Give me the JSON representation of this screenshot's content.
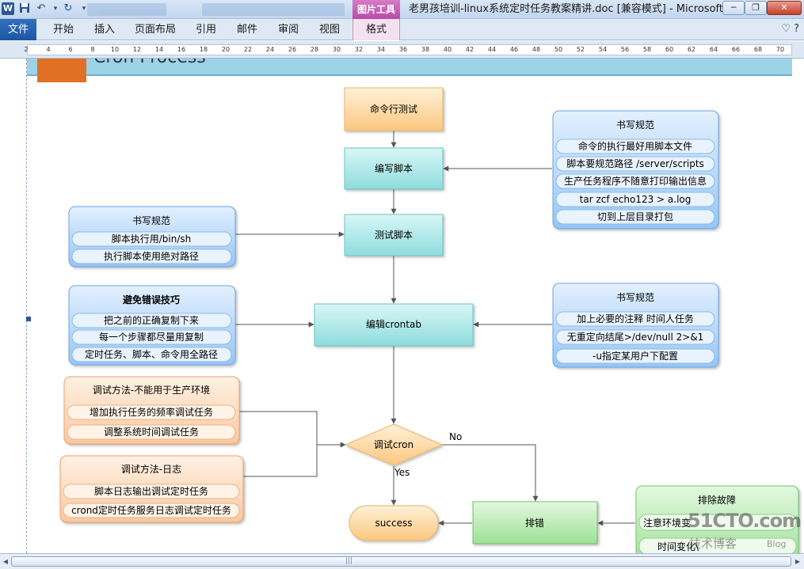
{
  "titlebar": {
    "app_icon": "W",
    "save_icon": "save-icon",
    "undo_icon": "undo-icon",
    "redo_icon": "redo-icon",
    "context_tab": "图片工具",
    "doc_title": "老男孩培训-linux系统定时任务教案精讲.doc [兼容模式] - Microsoft ...",
    "minimize": "─",
    "restore": "❐",
    "close": "✕"
  },
  "ribbon": {
    "file_tab": "文件",
    "tabs": [
      "开始",
      "插入",
      "页面布局",
      "引用",
      "邮件",
      "审阅",
      "视图"
    ],
    "format_tab": "格式",
    "help": "♡ ?"
  },
  "ruler": {
    "ticks": [
      "2",
      "4",
      "6",
      "8",
      "10",
      "12",
      "14",
      "16",
      "18",
      "20",
      "22",
      "24",
      "26",
      "28",
      "30",
      "32",
      "34",
      "36",
      "38",
      "40",
      "42",
      "44",
      "46",
      "48",
      "50",
      "52",
      "54",
      "56",
      "58",
      "60",
      "62",
      "64",
      "66",
      "68",
      "70"
    ]
  },
  "banner": {
    "title": "Cron Process"
  },
  "flow": {
    "start": "命令行测试",
    "write": "编写脚本",
    "test": "测试脚本",
    "edit": "编辑crontab",
    "debug": "调试cron",
    "no": "No",
    "yes": "Yes",
    "success": "success",
    "troubleshoot": "排错"
  },
  "panel_write": {
    "title": "书写规范",
    "items": [
      "命令的执行最好用脚本文件",
      "脚本要规范路径 /server/scripts",
      "生产任务程序不随意打印输出信息",
      "tar zcf echo123 > a.log",
      "切到上层目录打包"
    ]
  },
  "panel_script": {
    "title": "书写规范",
    "items": [
      "脚本执行用/bin/sh",
      "执行脚本使用绝对路径"
    ]
  },
  "panel_avoid": {
    "title": "避免错误技巧",
    "items": [
      "把之前的正确复制下来",
      "每一个步骤都尽量用复制",
      "定时任务、脚本、命令用全路径"
    ]
  },
  "panel_cron": {
    "title": "书写规范",
    "items": [
      "加上必要的注释  时间人任务",
      "无重定向结尾>/dev/null 2>&1",
      "-u指定某用户下配置"
    ]
  },
  "panel_debug1": {
    "title": "调试方法-不能用于生产环境",
    "items": [
      "增加执行任务的频率调试任务",
      "调整系统时间调试任务"
    ]
  },
  "panel_debug2": {
    "title": "调试方法-日志",
    "items": [
      "脚本日志输出调试定时任务",
      "crond定时任务服务日志调试定时任务"
    ]
  },
  "panel_trouble": {
    "title": "排除故障",
    "items": [
      "注意环境变",
      "时间变化\\"
    ]
  },
  "watermark": {
    "main": "51CTO.com",
    "sub": "技术博客",
    "blog": "Blog"
  },
  "colors": {
    "orange_box": "#fcd79f",
    "teal_box": "#9fe3e3",
    "blue_panel": "#a9d1fb",
    "orange_panel": "#fbd2b0",
    "green_box": "#b5ebb0",
    "diamond": "#fcd79f"
  }
}
